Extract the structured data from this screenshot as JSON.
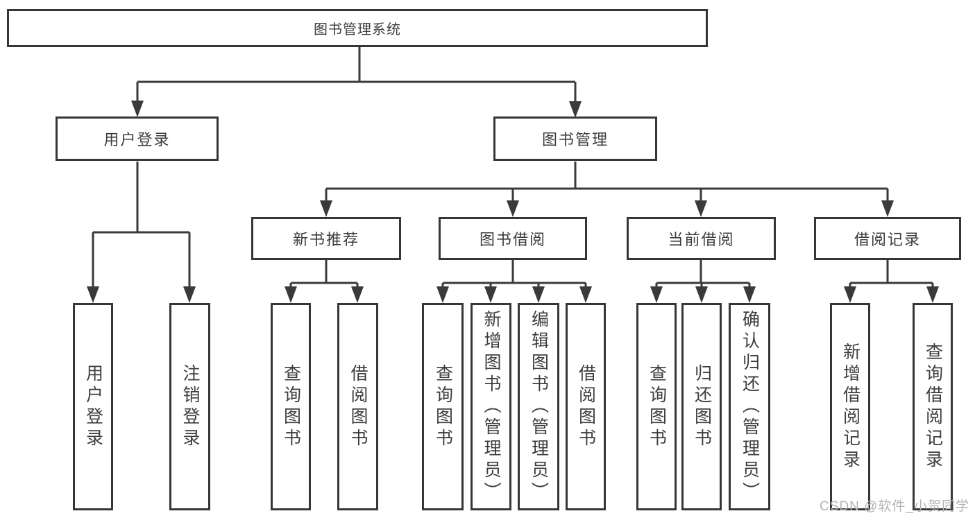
{
  "watermark": "CSDN @软件_小贺同学",
  "colors": {
    "line": "#3a3a3a",
    "box_border": "#363636",
    "text": "#3d3d3d",
    "watermark": "#b3b3b3",
    "background": "#ffffff"
  },
  "tree": {
    "label": "图书管理系统",
    "children": [
      {
        "label": "用户登录",
        "children": [
          {
            "label": "用户登录"
          },
          {
            "label": "注销登录"
          }
        ]
      },
      {
        "label": "图书管理",
        "children": [
          {
            "label": "新书推荐",
            "children": [
              {
                "label": "查询图书"
              },
              {
                "label": "借阅图书"
              }
            ]
          },
          {
            "label": "图书借阅",
            "children": [
              {
                "label": "查询图书"
              },
              {
                "label": "新增图书（管理员）"
              },
              {
                "label": "编辑图书（管理员）"
              },
              {
                "label": "借阅图书"
              }
            ]
          },
          {
            "label": "当前借阅",
            "children": [
              {
                "label": "查询图书"
              },
              {
                "label": "归还图书"
              },
              {
                "label": "确认归还（管理员）"
              }
            ]
          },
          {
            "label": "借阅记录",
            "children": [
              {
                "label": "新增借阅记录"
              },
              {
                "label": "查询借阅记录"
              }
            ]
          }
        ]
      }
    ]
  }
}
